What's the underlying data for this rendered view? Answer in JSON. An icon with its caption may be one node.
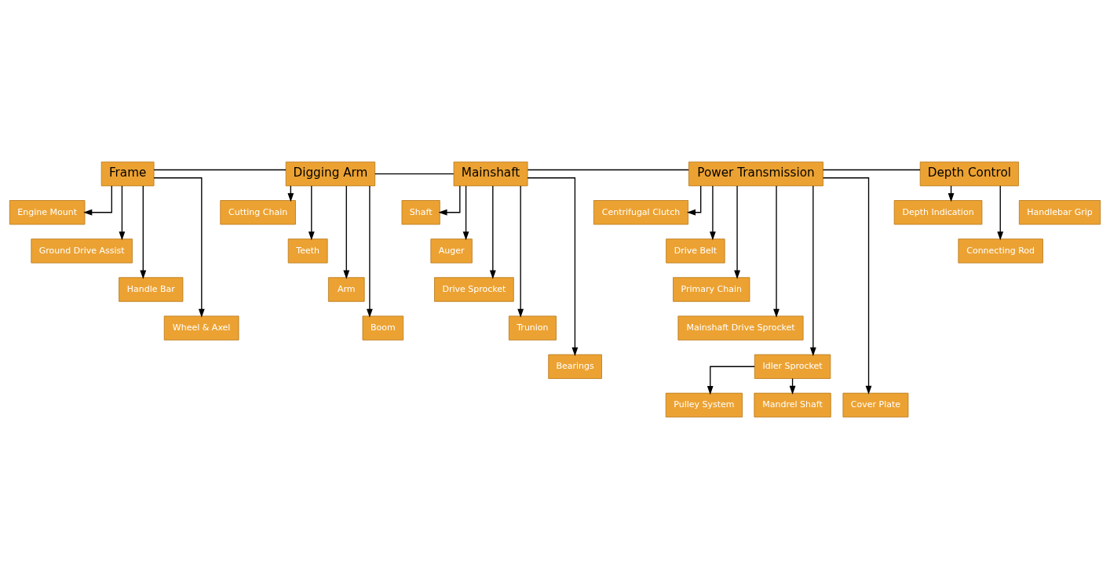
{
  "diagram": {
    "nodes": [
      {
        "text": [
          "Frame"
        ]
      },
      {
        "text": [
          "Engine Mount"
        ]
      },
      {
        "text": [
          "Ground Drive Assist"
        ]
      },
      {
        "text": [
          "Handle Bar"
        ]
      },
      {
        "text": [
          "Wheel & Axel"
        ]
      },
      {
        "text": [
          "Digging Arm"
        ]
      },
      {
        "text": [
          "Cutting Chain"
        ]
      },
      {
        "text": [
          "Teeth"
        ]
      },
      {
        "text": [
          "Arm"
        ]
      },
      {
        "text": [
          "Boom"
        ]
      },
      {
        "text": [
          "Mainshaft"
        ]
      },
      {
        "text": [
          "Shaft"
        ]
      },
      {
        "text": [
          "Auger"
        ]
      },
      {
        "text": [
          "Drive Sprocket"
        ]
      },
      {
        "text": [
          "Trunion"
        ]
      },
      {
        "text": [
          "Bearings"
        ]
      },
      {
        "text": [
          "Power Transmission"
        ]
      },
      {
        "text": [
          "Centrifugal Clutch"
        ]
      },
      {
        "text": [
          "Drive Belt"
        ]
      },
      {
        "text": [
          "Primary Chain"
        ]
      },
      {
        "text": [
          "Mainshaft Drive Sprocket"
        ]
      },
      {
        "text": [
          "Idler Sprocket"
        ]
      },
      {
        "text": [
          "Cover Plate"
        ]
      },
      {
        "text": [
          "Pulley System"
        ]
      },
      {
        "text": [
          "Mandrel Shaft"
        ]
      },
      {
        "text": [
          "Depth Control"
        ]
      },
      {
        "text": [
          "Handlebar Grip"
        ]
      },
      {
        "text": [
          "Depth Indication"
        ]
      },
      {
        "text": [
          "Connecting Rod"
        ]
      }
    ],
    "edges": [
      {
        "from": 0,
        "to": 5,
        "arrow": "none"
      },
      {
        "from": 5,
        "to": 10,
        "arrow": "none"
      },
      {
        "from": 10,
        "to": 16,
        "arrow": "none"
      },
      {
        "from": 16,
        "to": 25,
        "arrow": "none"
      },
      {
        "from": 0,
        "to": 1,
        "arrow": "to"
      },
      {
        "from": 0,
        "to": 2,
        "arrow": "to"
      },
      {
        "from": 0,
        "to": 3,
        "arrow": "to"
      },
      {
        "from": 0,
        "to": 4,
        "arrow": "to"
      },
      {
        "from": 5,
        "to": 6,
        "arrow": "to"
      },
      {
        "from": 5,
        "to": 7,
        "arrow": "to"
      },
      {
        "from": 5,
        "to": 8,
        "arrow": "to"
      },
      {
        "from": 5,
        "to": 9,
        "arrow": "to"
      },
      {
        "from": 10,
        "to": 11,
        "arrow": "to"
      },
      {
        "from": 10,
        "to": 12,
        "arrow": "to"
      },
      {
        "from": 10,
        "to": 13,
        "arrow": "to"
      },
      {
        "from": 10,
        "to": 14,
        "arrow": "to"
      },
      {
        "from": 10,
        "to": 15,
        "arrow": "to"
      },
      {
        "from": 16,
        "to": 17,
        "arrow": "to"
      },
      {
        "from": 16,
        "to": 18,
        "arrow": "to"
      },
      {
        "from": 16,
        "to": 19,
        "arrow": "to"
      },
      {
        "from": 16,
        "to": 20,
        "arrow": "to"
      },
      {
        "from": 16,
        "to": 21,
        "arrow": "to"
      },
      {
        "from": 16,
        "to": 22,
        "arrow": "to"
      },
      {
        "from": 21,
        "to": 23,
        "arrow": "to"
      },
      {
        "from": 21,
        "to": 24,
        "arrow": "to"
      },
      {
        "from": 25,
        "to": 27,
        "arrow": "to"
      },
      {
        "from": 25,
        "to": 28,
        "arrow": "to"
      }
    ]
  }
}
